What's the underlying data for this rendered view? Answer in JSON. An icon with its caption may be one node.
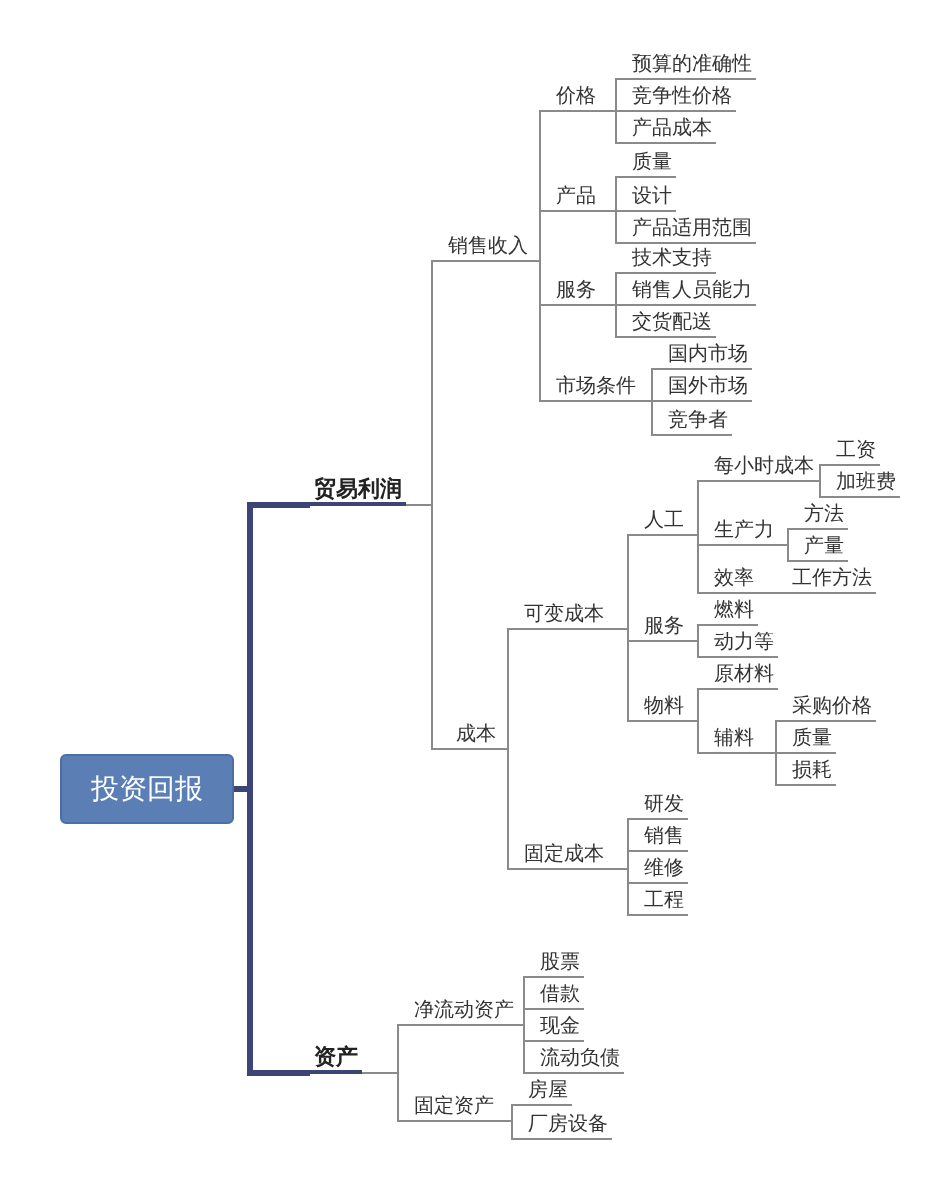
{
  "diagram": {
    "nodes": [
      {
        "text": [
          "投资回报"
        ]
      },
      {
        "text": [
          "贸易利润"
        ]
      },
      {
        "text": [
          "资产"
        ]
      },
      {
        "text": [
          "销售收入"
        ]
      },
      {
        "text": [
          "价格"
        ]
      },
      {
        "text": [
          "预算的准确性"
        ]
      },
      {
        "text": [
          "竞争性价格"
        ]
      },
      {
        "text": [
          "产品成本"
        ]
      },
      {
        "text": [
          "产品"
        ]
      },
      {
        "text": [
          "质量"
        ]
      },
      {
        "text": [
          "设计"
        ]
      },
      {
        "text": [
          "产品适用范围"
        ]
      },
      {
        "text": [
          "服务"
        ]
      },
      {
        "text": [
          "技术支持"
        ]
      },
      {
        "text": [
          "销售人员能力"
        ]
      },
      {
        "text": [
          "交货配送"
        ]
      },
      {
        "text": [
          "市场条件"
        ]
      },
      {
        "text": [
          "国内市场"
        ]
      },
      {
        "text": [
          "国外市场"
        ]
      },
      {
        "text": [
          "竞争者"
        ]
      },
      {
        "text": [
          "成本"
        ]
      },
      {
        "text": [
          "可变成本"
        ]
      },
      {
        "text": [
          "人工"
        ]
      },
      {
        "text": [
          "每小时成本"
        ]
      },
      {
        "text": [
          "工资"
        ]
      },
      {
        "text": [
          "加班费"
        ]
      },
      {
        "text": [
          "生产力"
        ]
      },
      {
        "text": [
          "方法"
        ]
      },
      {
        "text": [
          "产量"
        ]
      },
      {
        "text": [
          "效率"
        ]
      },
      {
        "text": [
          "工作方法"
        ]
      },
      {
        "text": [
          "服务"
        ]
      },
      {
        "text": [
          "燃料"
        ]
      },
      {
        "text": [
          "动力等"
        ]
      },
      {
        "text": [
          "物料"
        ]
      },
      {
        "text": [
          "原材料"
        ]
      },
      {
        "text": [
          "辅料"
        ]
      },
      {
        "text": [
          "采购价格"
        ]
      },
      {
        "text": [
          "质量"
        ]
      },
      {
        "text": [
          "损耗"
        ]
      },
      {
        "text": [
          "固定成本"
        ]
      },
      {
        "text": [
          "研发"
        ]
      },
      {
        "text": [
          "销售"
        ]
      },
      {
        "text": [
          "维修"
        ]
      },
      {
        "text": [
          "工程"
        ]
      },
      {
        "text": [
          "净流动资产"
        ]
      },
      {
        "text": [
          "股票"
        ]
      },
      {
        "text": [
          "借款"
        ]
      },
      {
        "text": [
          "现金"
        ]
      },
      {
        "text": [
          "流动负债"
        ]
      },
      {
        "text": [
          "固定资产"
        ]
      },
      {
        "text": [
          "房屋"
        ]
      },
      {
        "text": [
          "厂房设备"
        ]
      }
    ],
    "edges": [
      {
        "from": 0,
        "to": 1,
        "arrow": "none",
        "style": "thick",
        "color": "#3d4576"
      },
      {
        "from": 0,
        "to": 2,
        "arrow": "none",
        "style": "thick",
        "color": "#3d4576"
      },
      {
        "from": 1,
        "to": 3,
        "arrow": "none"
      },
      {
        "from": 3,
        "to": 4,
        "arrow": "none"
      },
      {
        "from": 4,
        "to": 5,
        "arrow": "none"
      },
      {
        "from": 4,
        "to": 6,
        "arrow": "none"
      },
      {
        "from": 4,
        "to": 7,
        "arrow": "none"
      },
      {
        "from": 3,
        "to": 8,
        "arrow": "none"
      },
      {
        "from": 8,
        "to": 9,
        "arrow": "none"
      },
      {
        "from": 8,
        "to": 10,
        "arrow": "none"
      },
      {
        "from": 8,
        "to": 11,
        "arrow": "none"
      },
      {
        "from": 3,
        "to": 12,
        "arrow": "none"
      },
      {
        "from": 12,
        "to": 13,
        "arrow": "none"
      },
      {
        "from": 12,
        "to": 14,
        "arrow": "none"
      },
      {
        "from": 12,
        "to": 15,
        "arrow": "none"
      },
      {
        "from": 3,
        "to": 16,
        "arrow": "none"
      },
      {
        "from": 16,
        "to": 17,
        "arrow": "none"
      },
      {
        "from": 16,
        "to": 18,
        "arrow": "none"
      },
      {
        "from": 16,
        "to": 19,
        "arrow": "none"
      },
      {
        "from": 1,
        "to": 20,
        "arrow": "none"
      },
      {
        "from": 20,
        "to": 21,
        "arrow": "none"
      },
      {
        "from": 21,
        "to": 22,
        "arrow": "none"
      },
      {
        "from": 22,
        "to": 23,
        "arrow": "none"
      },
      {
        "from": 23,
        "to": 24,
        "arrow": "none"
      },
      {
        "from": 23,
        "to": 25,
        "arrow": "none"
      },
      {
        "from": 22,
        "to": 26,
        "arrow": "none"
      },
      {
        "from": 26,
        "to": 27,
        "arrow": "none"
      },
      {
        "from": 26,
        "to": 28,
        "arrow": "none"
      },
      {
        "from": 22,
        "to": 29,
        "arrow": "none"
      },
      {
        "from": 29,
        "to": 30,
        "arrow": "none"
      },
      {
        "from": 21,
        "to": 31,
        "arrow": "none"
      },
      {
        "from": 31,
        "to": 32,
        "arrow": "none"
      },
      {
        "from": 31,
        "to": 33,
        "arrow": "none"
      },
      {
        "from": 21,
        "to": 34,
        "arrow": "none"
      },
      {
        "from": 34,
        "to": 35,
        "arrow": "none"
      },
      {
        "from": 34,
        "to": 36,
        "arrow": "none"
      },
      {
        "from": 36,
        "to": 37,
        "arrow": "none"
      },
      {
        "from": 36,
        "to": 38,
        "arrow": "none"
      },
      {
        "from": 36,
        "to": 39,
        "arrow": "none"
      },
      {
        "from": 20,
        "to": 40,
        "arrow": "none"
      },
      {
        "from": 40,
        "to": 41,
        "arrow": "none"
      },
      {
        "from": 40,
        "to": 42,
        "arrow": "none"
      },
      {
        "from": 40,
        "to": 43,
        "arrow": "none"
      },
      {
        "from": 40,
        "to": 44,
        "arrow": "none"
      },
      {
        "from": 2,
        "to": 45,
        "arrow": "none"
      },
      {
        "from": 45,
        "to": 46,
        "arrow": "none"
      },
      {
        "from": 45,
        "to": 47,
        "arrow": "none"
      },
      {
        "from": 45,
        "to": 48,
        "arrow": "none"
      },
      {
        "from": 45,
        "to": 49,
        "arrow": "none"
      },
      {
        "from": 2,
        "to": 50,
        "arrow": "none"
      },
      {
        "from": 50,
        "to": 51,
        "arrow": "none"
      },
      {
        "from": 50,
        "to": 52,
        "arrow": "none"
      }
    ]
  }
}
